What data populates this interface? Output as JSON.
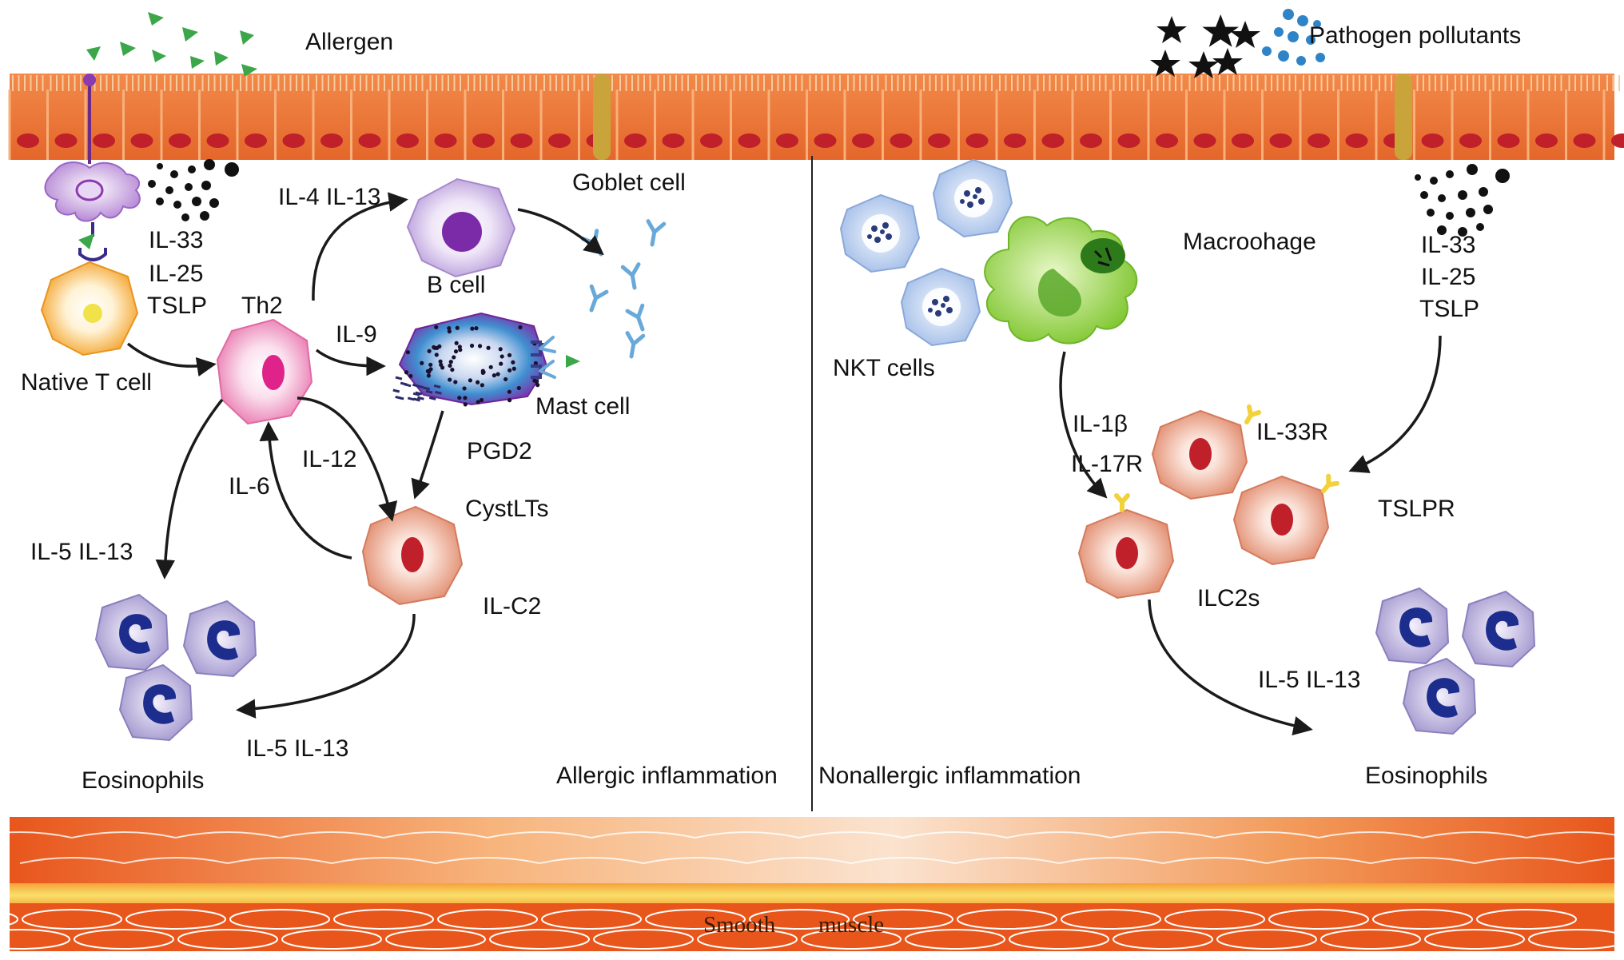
{
  "colors": {
    "epithelium": "#ec7434",
    "epithelium_light": "#f7b07a",
    "nucleus": "#c0202a",
    "goblet": "#c9a43a",
    "dendritic": "#b88ad6",
    "native_t": "#f3a83a",
    "th2": "#ea86b6",
    "b_cell": "#b89ad8",
    "mast": "#8a3bb0",
    "ilc2": "#e29577",
    "eosinophil": "#a49ad0",
    "eos_nucleus": "#1c2d8e",
    "nkt": "#a9c4ea",
    "macrophage": "#8ccf3f",
    "antibody": "#69a9d9",
    "allergen": "#3ca64a",
    "pollutant_blue": "#2f84c8",
    "receptor": "#f2d23a",
    "muscle": "#e8571c",
    "muscle_band": "#f5c23a"
  },
  "labels": {
    "allergen": "Allergen",
    "pathogen": "Pathogen pollutants",
    "goblet": "Goblet cell",
    "il33_left": "IL-33",
    "il25_left": "IL-25",
    "tslp_left": "TSLP",
    "native_t": "Native T cell",
    "th2": "Th2",
    "il4_il13": "IL-4 IL-13",
    "b_cell": "B cell",
    "il9": "IL-9",
    "mast": "Mast cell",
    "pgd2": "PGD2",
    "cystlts": "CystLTs",
    "il12": "IL-12",
    "il6": "IL-6",
    "il5_il13_a": "IL-5 IL-13",
    "il_c2": "IL-C2",
    "il5_il13_b": "IL-5 IL-13",
    "eos_left": "Eosinophils",
    "allergic": "Allergic inflammation",
    "nonallergic": "Nonallergic inflammation",
    "nkt": "NKT cells",
    "macrophage": "Macroohage",
    "il33_right": "IL-33",
    "il25_right": "IL-25",
    "tslp_right": "TSLP",
    "il1b": "IL-1β",
    "il17r": "IL-17R",
    "il33r": "IL-33R",
    "tslpr": "TSLPR",
    "ilc2s": "ILC2s",
    "il5_il13_c": "IL-5 IL-13",
    "eos_right": "Eosinophils",
    "smooth": "Smooth",
    "muscle": "muscle"
  }
}
